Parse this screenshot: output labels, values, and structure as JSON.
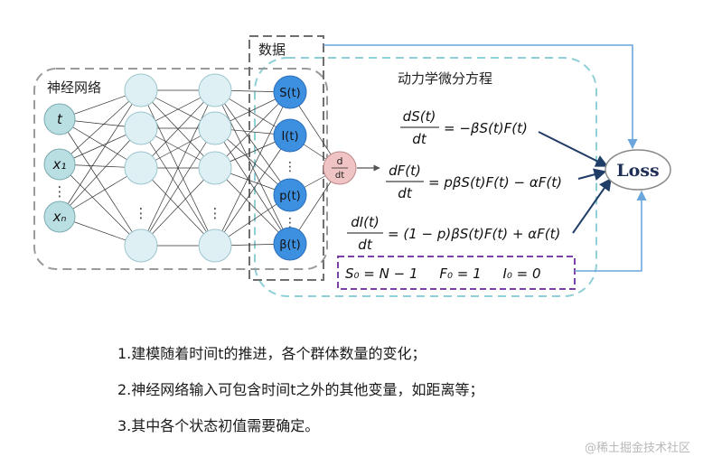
{
  "labels": {
    "data_box": "数据",
    "nn_box": "神经网络",
    "ode_box": "动力学微分方程",
    "loss": "Loss",
    "deriv_num": "d",
    "deriv_den": "dt"
  },
  "inputs": [
    "t",
    "x₁",
    "⋮",
    "xₙ"
  ],
  "outputs": [
    "S(t)",
    "I(t)",
    "⋮",
    "p(t)",
    "⋮",
    "β(t)"
  ],
  "hidden_ellipsis": "⋮",
  "equations": {
    "eq1_num": "dS(t)",
    "eq1_den": "dt",
    "eq1_rhs": "= −βS(t)F(t)",
    "eq2_num": "dF(t)",
    "eq2_den": "dt",
    "eq2_rhs": "= pβS(t)F(t) − αF(t)",
    "eq3_num": "dI(t)",
    "eq3_den": "dt",
    "eq3_rhs": "= (1 − p)βS(t)F(t) + αF(t)",
    "initial": "S₀ = N − 1     F₀ = 1     I₀ = 0"
  },
  "notes": [
    "1.建模随着时间t的推进，各个群体数量的变化；",
    "2.神经网络输入可包含时间t之外的其他变量，如距离等；",
    "3.其中各个状态初值需要确定。"
  ],
  "watermark": "@稀土掘金技术社区",
  "colors": {
    "input_node": "#b9dfe3",
    "hidden_node": "#dff0f4",
    "output_node": "#3d8fe0",
    "deriv_node": "#f0c4c4",
    "nn_border": "#9a9a9a",
    "data_border": "#6f6f6f",
    "ode_border": "#8fcfd6",
    "init_border": "#7b3fa8",
    "arrow_blue": "#6aa6dc",
    "arrow_navy": "#1f3d66"
  }
}
